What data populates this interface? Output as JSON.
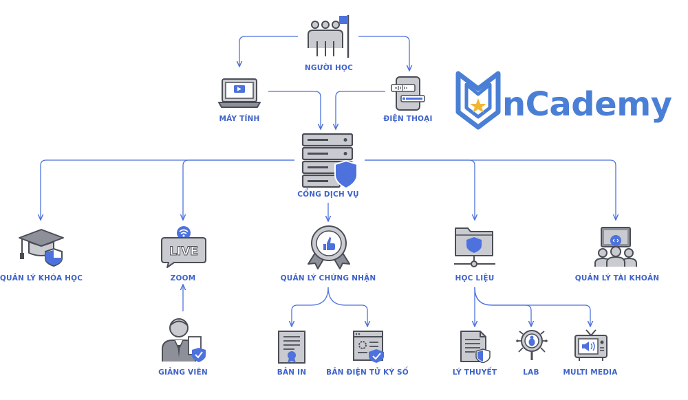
{
  "brand": {
    "name": "nCademy",
    "color": "#4a7fd6"
  },
  "colors": {
    "line": "#4d72dd",
    "label": "#3f63c8",
    "icon_dark": "#4a4d55",
    "icon_mid": "#8d9099",
    "icon_light": "#c9cbd1",
    "accent": "#4d72dd"
  },
  "nodes": {
    "learner": "NGƯỜI HỌC",
    "computer": "MÁY TÍNH",
    "phone": "ĐIỆN THOẠI",
    "gateway": "CỔNG DỊCH VỤ",
    "courses": "QUẢN LÝ KHÓA HỌC",
    "zoom": "ZOOM",
    "certificates": "QUẢN LÝ CHỨNG NHẬN",
    "materials": "HỌC LIỆU",
    "accounts": "QUẢN LÝ TÀI KHOẢN",
    "lecturer": "GIẢNG VIÊN",
    "print_copy": "BẢN IN",
    "digital_signed": "BẢN ĐIỆN TỬ KÝ SỐ",
    "theory": "LÝ THUYẾT",
    "lab": "LAB",
    "multimedia": "MULTI  MEDIA"
  },
  "live_badge": "LIVE"
}
